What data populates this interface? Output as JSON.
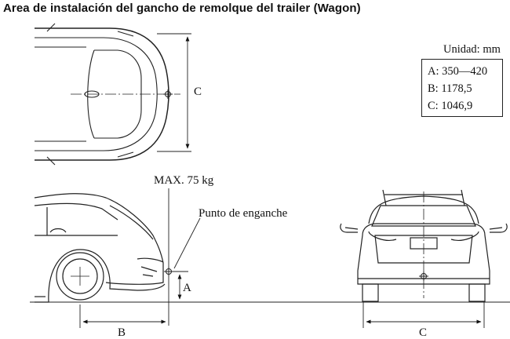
{
  "title": "Area de instalación del gancho de remolque del trailer (Wagon)",
  "unit": "Unidad: mm",
  "dimensions": {
    "A": "A: 350—420",
    "B": "B: 1178,5",
    "C": "C: 1046,9"
  },
  "labels": {
    "max_load": "MAX. 75 kg",
    "hitch_point": "Punto de enganche",
    "dim_A": "A",
    "dim_B": "B",
    "dim_C_top": "C",
    "dim_C_rear": "C"
  }
}
